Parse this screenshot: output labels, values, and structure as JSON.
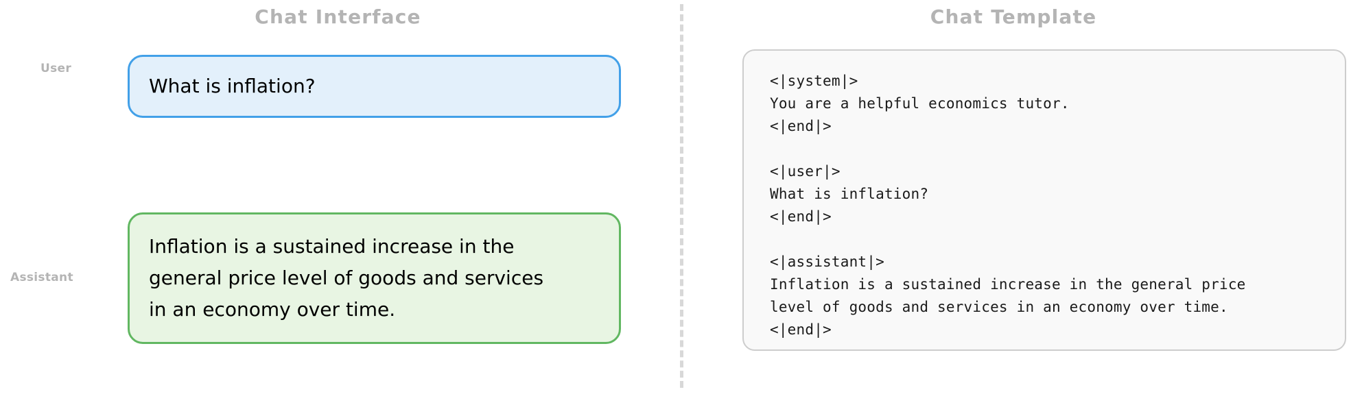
{
  "panels": {
    "left_title": "Chat Interface",
    "right_title": "Chat Template"
  },
  "chat_interface": {
    "messages": [
      {
        "role_label": "User",
        "text": "What is inflation?",
        "border_color": "#42a0e8",
        "fill_color": "#e3f0fb"
      },
      {
        "role_label": "Assistant",
        "text": "Inflation is a sustained increase in the\ngeneral price level of goods and services\nin an economy over time.",
        "border_color": "#61b761",
        "fill_color": "#e8f5e3"
      }
    ]
  },
  "chat_template": {
    "border_color": "#cdcdcd",
    "fill_color": "#f9f9f9",
    "text": "<|system|>\nYou are a helpful economics tutor.\n<|end|>\n\n<|user|>\nWhat is inflation?\n<|end|>\n\n<|assistant|>\nInflation is a sustained increase in the general price\nlevel of goods and services in an economy over time.\n<|end|>"
  },
  "divider": {
    "style": "dashed",
    "color": "#d8d8d8"
  }
}
